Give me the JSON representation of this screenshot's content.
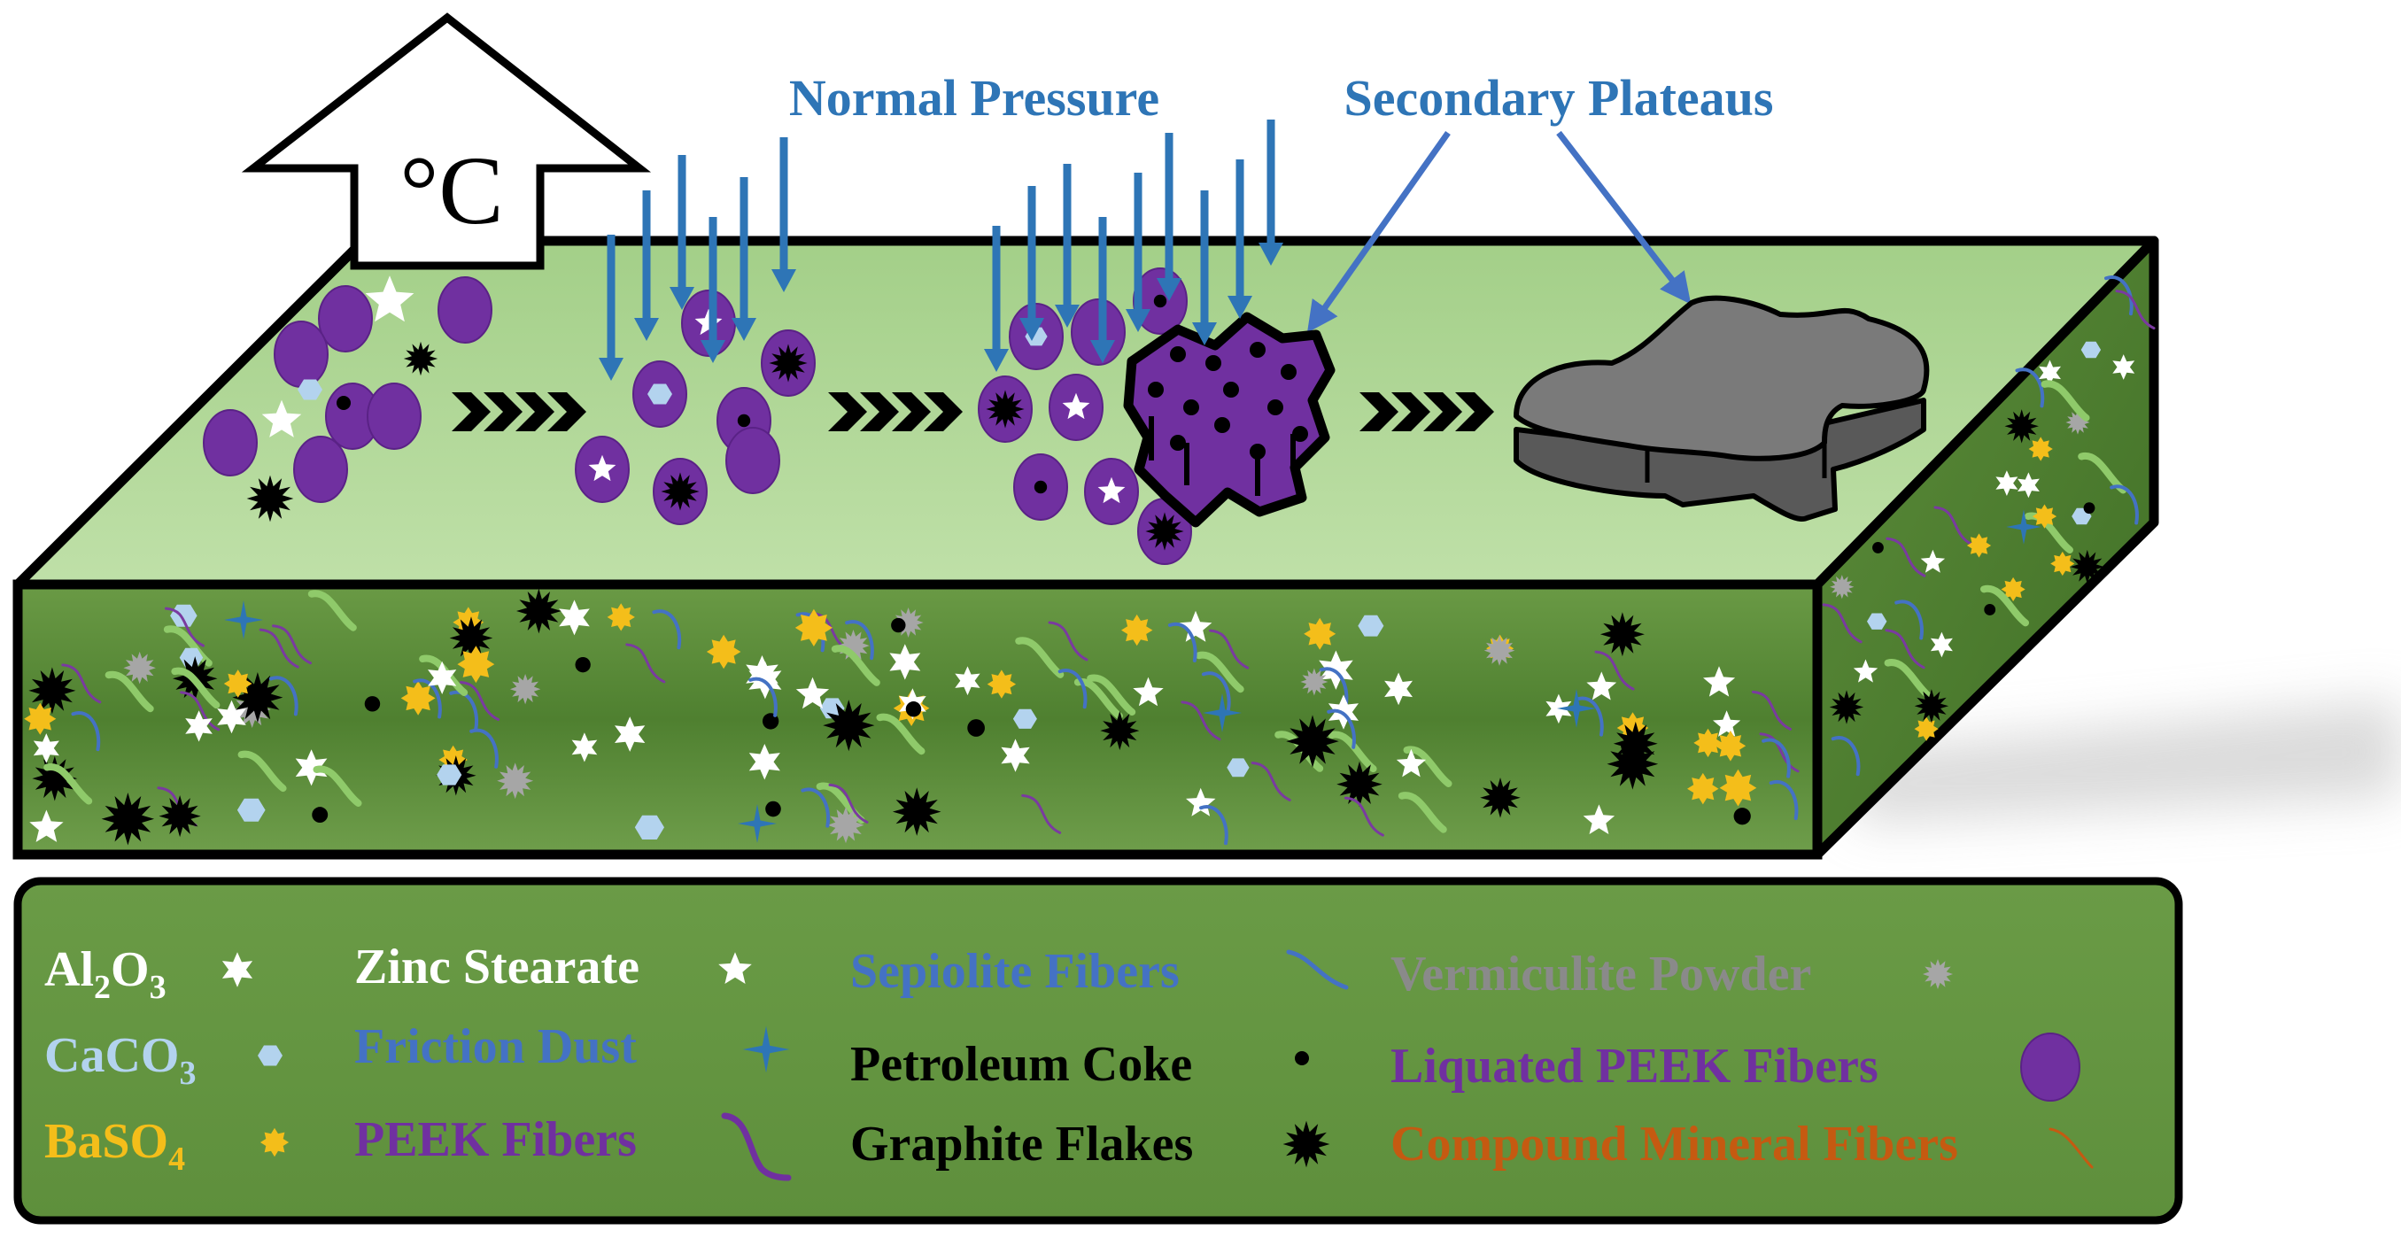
{
  "temperature_symbol": "°C",
  "callouts": {
    "pressure": "Normal Pressure",
    "plateaus": "Secondary Plateaus"
  },
  "legend": {
    "col1": [
      {
        "text": "Al",
        "sub": "2",
        "text2": "O",
        "sub2": "3",
        "icon": "six-point-star-icon",
        "color": "#ffffff"
      },
      {
        "text": "CaCO",
        "sub": "3",
        "text2": "",
        "sub2": "",
        "icon": "hexagon-icon",
        "color": "#b3d3ee"
      },
      {
        "text": "BaSO",
        "sub": "4",
        "text2": "",
        "sub2": "",
        "icon": "eight-point-star-icon",
        "color": "#f4be1a"
      }
    ],
    "col2": [
      {
        "text": "Zinc Stearate",
        "icon": "five-point-star-icon",
        "color": "#ffffff"
      },
      {
        "text": "Friction Dust",
        "icon": "four-point-star-icon",
        "color": "#2e75b6"
      },
      {
        "text": "PEEK Fibers",
        "icon": "curved-fiber-icon",
        "color": "#7030a0"
      }
    ],
    "col3": [
      {
        "text": "Sepiolite Fibers",
        "icon": "curved-fiber-icon",
        "color": "#4472c4"
      },
      {
        "text": "Petroleum Coke",
        "icon": "dot-icon",
        "color": "#000000"
      },
      {
        "text": "Graphite Flakes",
        "icon": "burst-star-icon",
        "color": "#000000"
      }
    ],
    "col4": [
      {
        "text": "Vermiculite Powder",
        "icon": "burst-star-icon",
        "color": "#a6a6a6"
      },
      {
        "text": "Liquated PEEK Fibers",
        "icon": "oval-icon",
        "color": "#7030a0"
      },
      {
        "text": "Compound  Mineral Fibers",
        "icon": "thin-fiber-icon",
        "color": "#c55a11"
      }
    ]
  },
  "colors": {
    "slab_top": "#a9d18e",
    "slab_front": "#548235",
    "peek": "#7030a0",
    "pressure_arrow": "#2e75b6",
    "plateau_arrow": "#4472c4",
    "callout_text": "#2e75b6",
    "plateau_gray": "#7f7f7f"
  }
}
